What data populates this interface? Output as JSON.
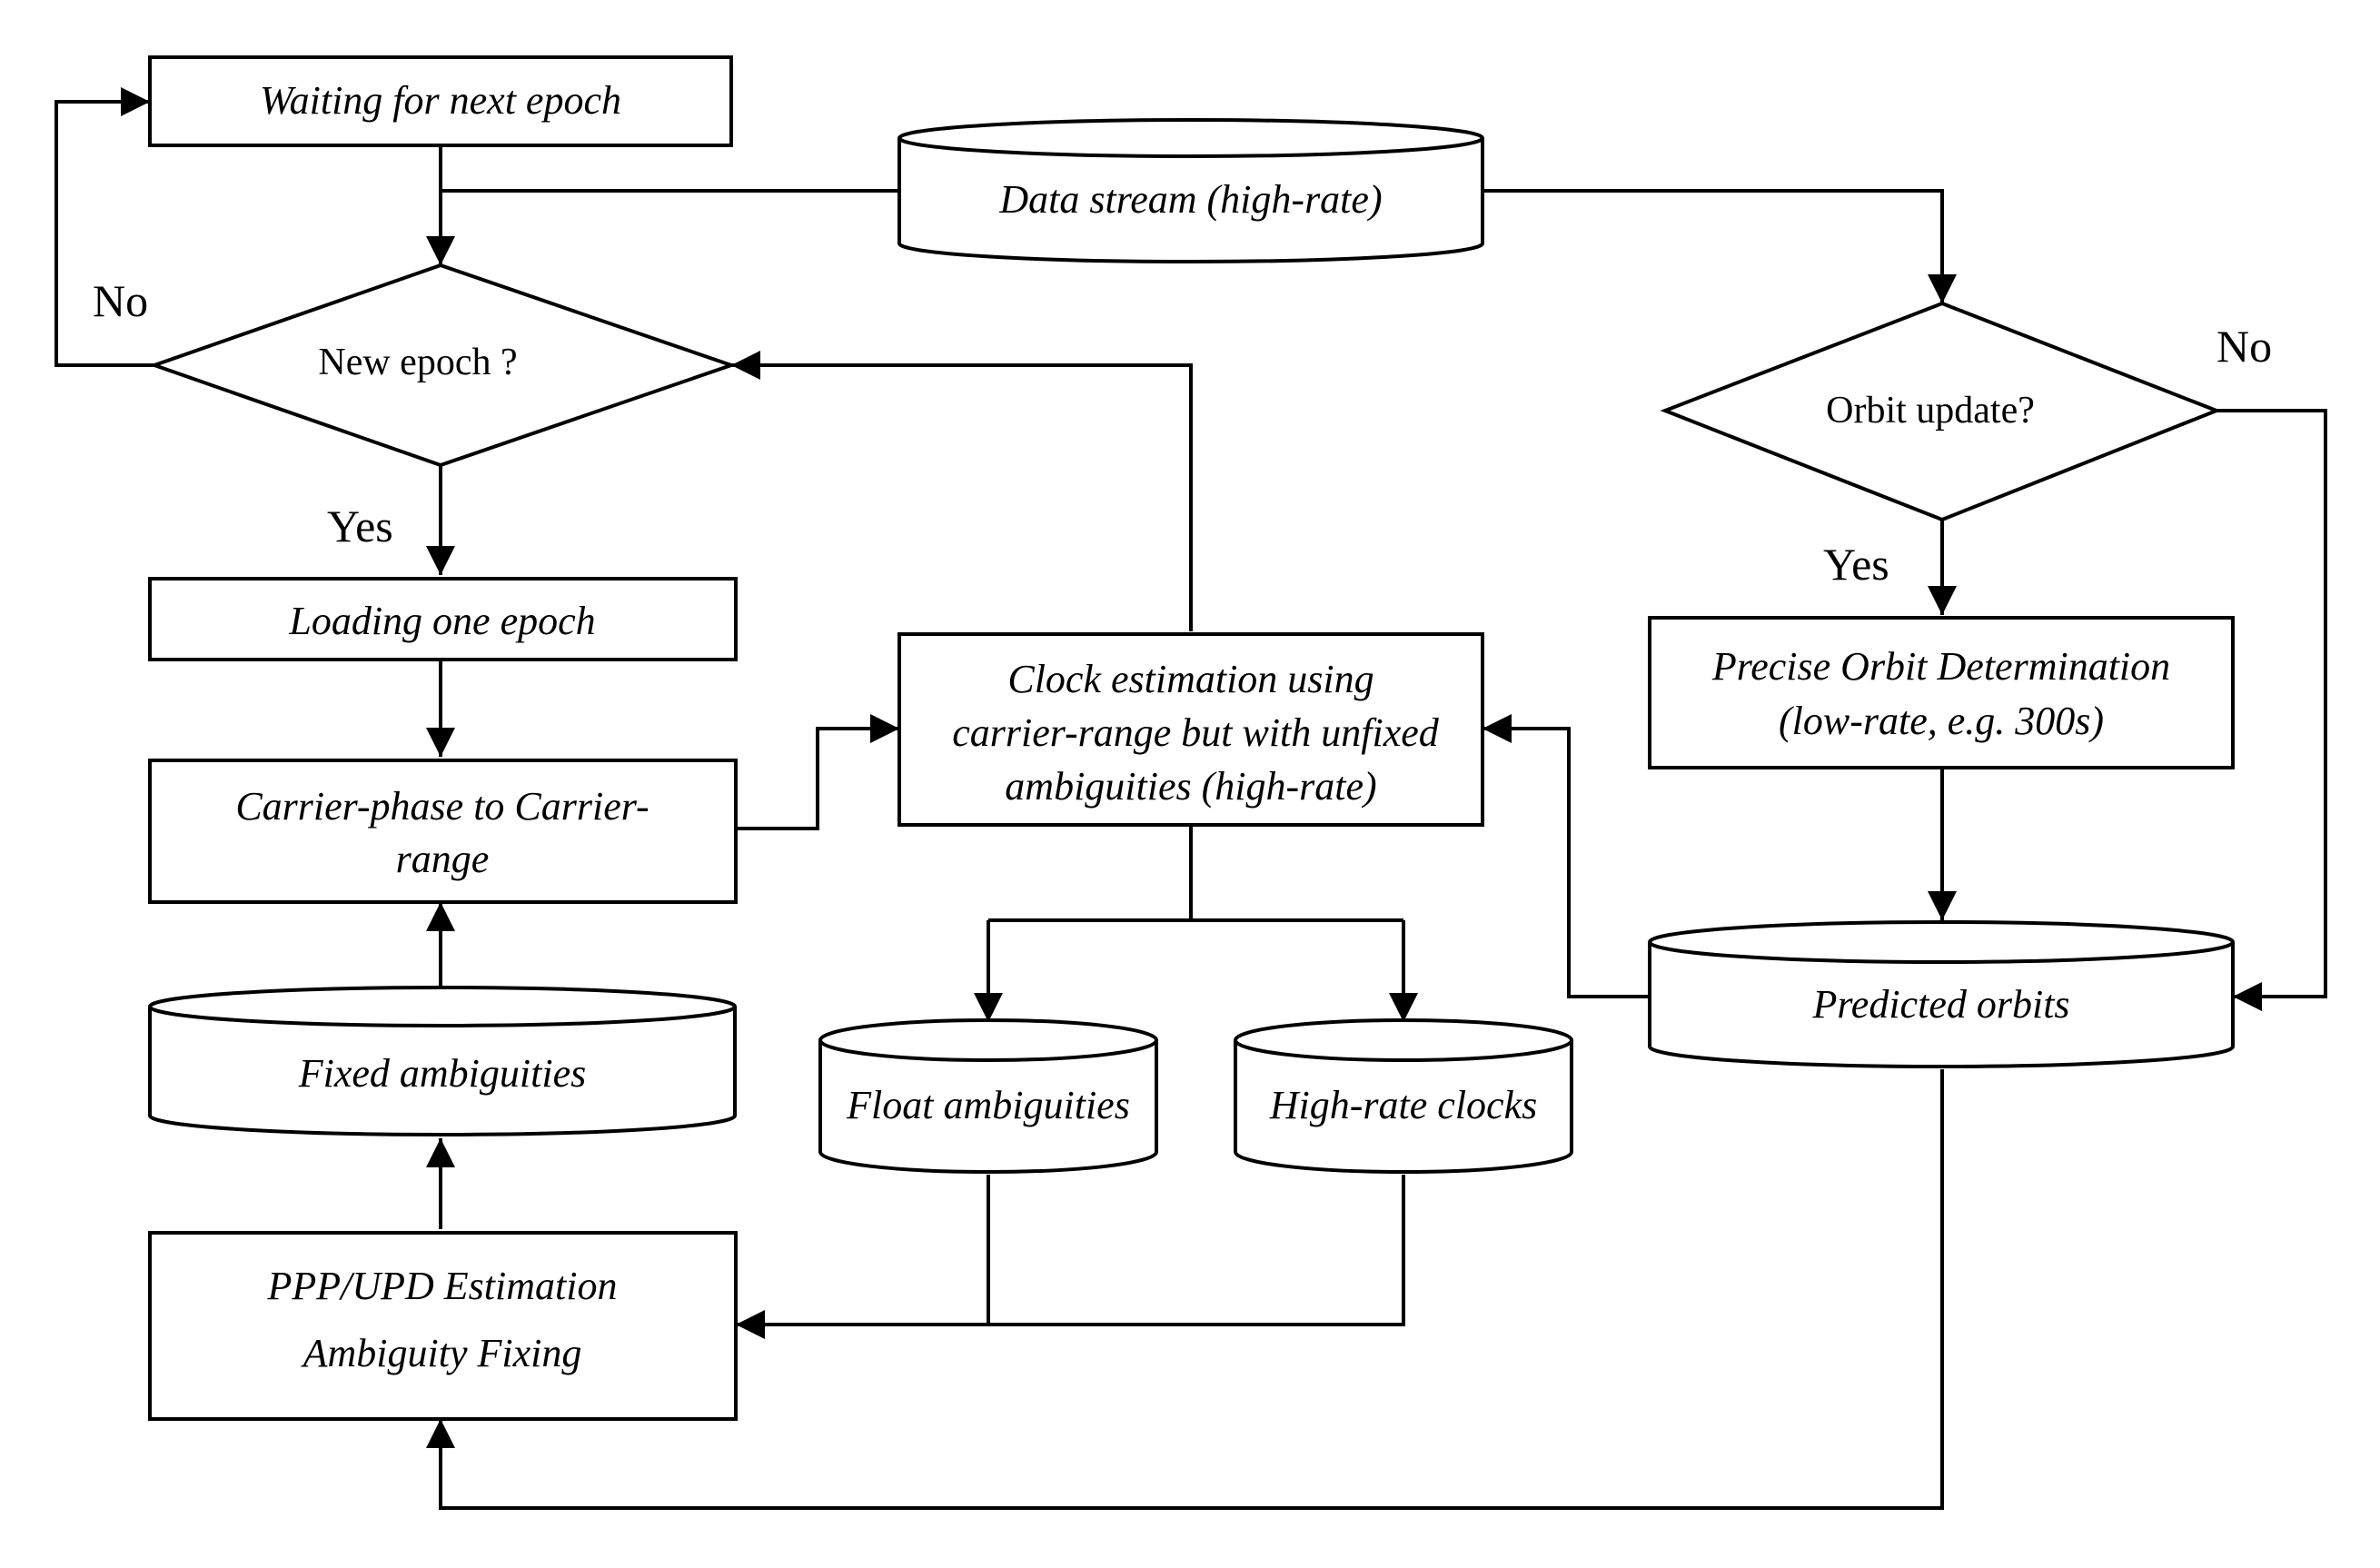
{
  "nodes": {
    "waiting": {
      "line1": "Waiting for next epoch"
    },
    "data_stream": {
      "line1": "Data stream (high-rate)"
    },
    "new_epoch": {
      "line1": "New epoch ?"
    },
    "orbit_update": {
      "line1": "Orbit update?"
    },
    "loading": {
      "line1": "Loading one epoch"
    },
    "clock_estimation": {
      "line1": "Clock estimation using",
      "line2": "carrier-range but with unfixed",
      "line3": "ambiguities (high-rate)"
    },
    "precise_orbit": {
      "line1": "Precise Orbit Determination",
      "line2": "(low-rate, e.g. 300s)"
    },
    "carrier_phase": {
      "line1": "Carrier-phase to Carrier-",
      "line2": "range"
    },
    "predicted_orbits": {
      "line1": "Predicted orbits"
    },
    "fixed_ambiguities": {
      "line1": "Fixed ambiguities"
    },
    "float_ambiguities": {
      "line1": "Float ambiguities"
    },
    "high_rate_clocks": {
      "line1": "High-rate clocks"
    },
    "ppp_upd": {
      "line1": "PPP/UPD Estimation",
      "line2": "Ambiguity Fixing"
    }
  },
  "edge_labels": {
    "new_epoch_no": "No",
    "new_epoch_yes": "Yes",
    "orbit_update_no": "No",
    "orbit_update_yes": "Yes"
  }
}
